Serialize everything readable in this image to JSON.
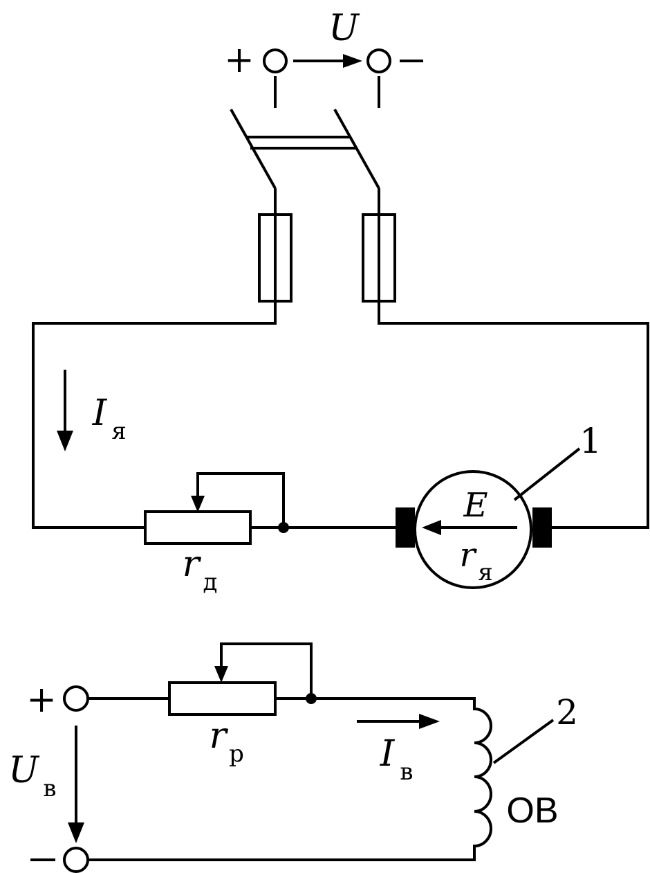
{
  "top": {
    "voltage_symbol": "U",
    "plus": "+",
    "minus": "−"
  },
  "armature": {
    "current_symbol": "I",
    "current_sub": "я",
    "rheostat_symbol": "r",
    "rheostat_sub": "д",
    "emf_symbol": "E",
    "resistance_symbol": "r",
    "resistance_sub": "я",
    "callout": "1"
  },
  "field": {
    "plus": "+",
    "minus": "−",
    "voltage_symbol": "U",
    "voltage_sub": "в",
    "rheostat_symbol": "r",
    "rheostat_sub": "р",
    "current_symbol": "I",
    "current_sub": "в",
    "winding_label": "ОВ",
    "callout": "2"
  }
}
